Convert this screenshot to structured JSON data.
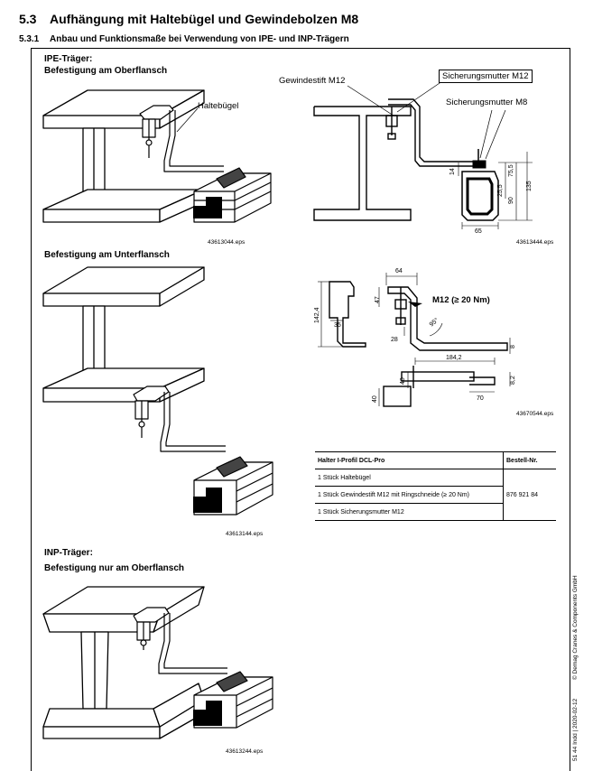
{
  "header": {
    "section_num": "5.3",
    "section_title": "Aufhängung mit Haltebügel und Gewindebolzen M8",
    "subsection_num": "5.3.1",
    "subsection_title": "Anbau und Funktionsmaße bei Verwendung von IPE- und INP-Trägern"
  },
  "sections": {
    "ipe_label": "IPE-Träger:",
    "ipe_oberflansch": "Befestigung am Oberflansch",
    "ipe_unterflansch": "Befestigung am Unterflansch",
    "inp_label": "INP-Träger:",
    "inp_oberflansch": "Befestigung nur am Oberflansch"
  },
  "captions": {
    "fig1": "43613044.eps",
    "fig2": "43613444.eps",
    "fig3": "43613144.eps",
    "fig4": "43670544.eps",
    "fig5": "43613244.eps"
  },
  "annotations": {
    "haltebuegel": "Haltebügel",
    "gewindestift": "Gewindestift M12",
    "sicherungsmutter_m12": "Sicherungsmutter M12",
    "sicherungsmutter_m8": "Sicherungsmutter M8",
    "m12_torque": "M12 (≥ 20 Nm)"
  },
  "dimensions": {
    "d14": "14",
    "d25_5": "25,5",
    "d75_5": "75,5",
    "d90": "90",
    "d135": "135",
    "d65": "65",
    "d64": "64",
    "d47": "47",
    "d142_4": "142,4",
    "d35": "35",
    "d28": "28",
    "d8": "8",
    "d184_2": "184,2",
    "d40a": "40",
    "d40b": "40",
    "d8_2": "8,2",
    "d70": "70",
    "angle": "95°"
  },
  "table": {
    "col1_header": "Halter I-Profil DCL-Pro",
    "col2_header": "Bestell-Nr.",
    "rows": [
      "1 Stück Haltebügel",
      "1 Stück Gewindestift M12 mit Ringschneide (≥ 20 Nm)",
      "1 Stück Sicherungsmutter M12"
    ],
    "order_no": "876 921 84"
  },
  "sidebar": {
    "doc_ref": "51 44 Indd | 2020-02-12",
    "copyright": "© Demag Cranes & Components GmbH"
  }
}
